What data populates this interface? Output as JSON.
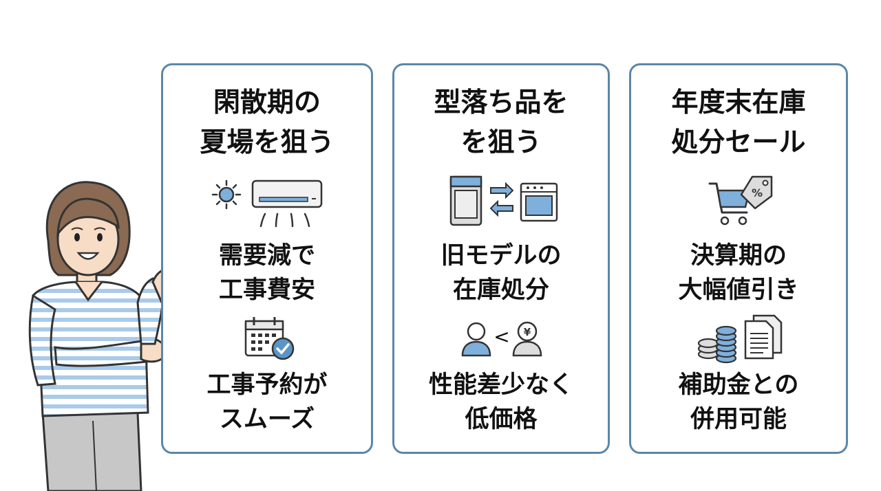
{
  "cards": [
    {
      "heading": [
        "閑散期の",
        "夏場を狙う"
      ],
      "points": [
        [
          "需要減で",
          "工事費安"
        ],
        [
          "工事予約が",
          "スムーズ"
        ]
      ],
      "icons": [
        "sun-icon",
        "air-conditioner-icon",
        "calendar-check-icon"
      ]
    },
    {
      "heading": [
        "型落ち品を",
        "を狙う"
      ],
      "points": [
        [
          "旧モデルの",
          "在庫処分"
        ],
        [
          "性能差少なく",
          "低価格"
        ]
      ],
      "icons": [
        "washing-machine-icon",
        "swap-arrows-icon",
        "oven-icon",
        "person-icon",
        "yen-person-icon"
      ],
      "comparison_symbol": "<",
      "yen_symbol": "¥"
    },
    {
      "heading": [
        "年度末在庫",
        "処分セール"
      ],
      "points": [
        [
          "決算期の",
          "大幅値引き"
        ],
        [
          "補助金との",
          "併用可能"
        ]
      ],
      "icons": [
        "shopping-cart-icon",
        "price-tag-icon",
        "coin-stack-icon",
        "documents-icon"
      ],
      "tag_symbol": "%"
    }
  ],
  "colors": {
    "card_border": "#5b86a9",
    "accent_blue": "#7fb0dc",
    "text": "#111111"
  }
}
